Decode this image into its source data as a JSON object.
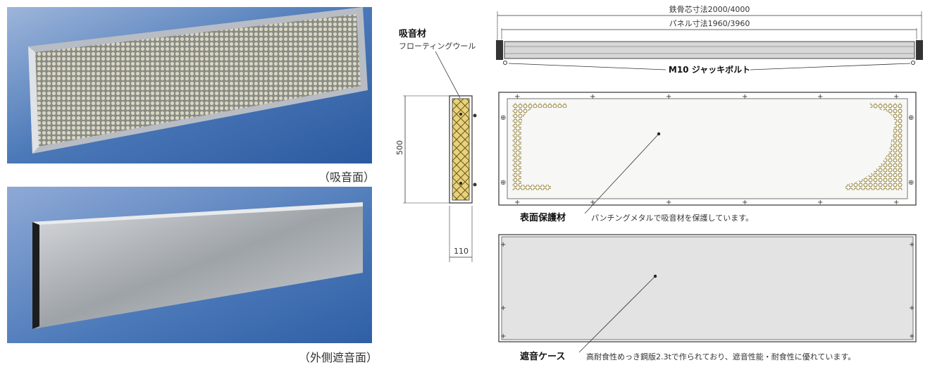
{
  "photos": {
    "absorbing_caption": "（吸音面）",
    "outer_caption": "（外側遮音面）"
  },
  "cross_section": {
    "material_title": "吸音材",
    "material_sub": "フローティングウール",
    "height": "500",
    "depth": "110"
  },
  "top_view": {
    "steel_dim": "鉄骨芯寸法2000/4000",
    "panel_dim": "パネル寸法1960/3960",
    "bolt_label": "M10 ジャッキボルト"
  },
  "front_panel": {
    "title": "表面保護材",
    "desc": "パンチングメタルで吸音材を保護しています。"
  },
  "back_panel": {
    "title": "遮音ケース",
    "desc": "高耐食性めっき鋼版2.3tで作られており、遮音性能・耐食性に優れています。"
  },
  "colors": {
    "insulation": "#e8d27a",
    "perforation": "#c9a93a",
    "case_fill": "#e3e3e3",
    "photo_bg": "#4a78b8"
  }
}
